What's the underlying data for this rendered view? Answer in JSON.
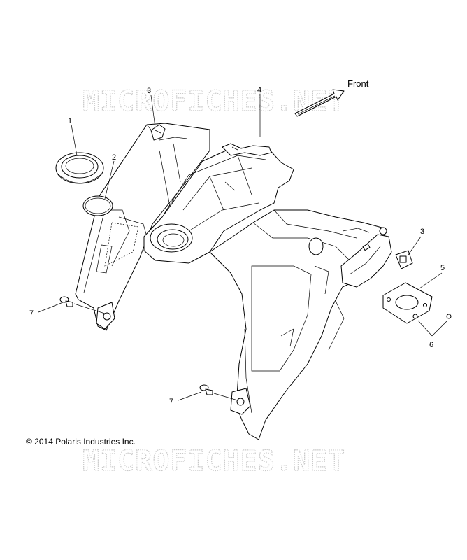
{
  "watermark": {
    "top": "MICROFICHES.NET",
    "bottom": "MICROFICHES.NET"
  },
  "direction_label": "Front",
  "callouts": {
    "part1": "1",
    "part2": "2",
    "part3_left": "3",
    "part3_right": "3",
    "part4": "4",
    "part5": "5",
    "part6": "6",
    "part7_left": "7",
    "part7_bottom": "7"
  },
  "copyright": "© 2014 Polaris Industries Inc."
}
